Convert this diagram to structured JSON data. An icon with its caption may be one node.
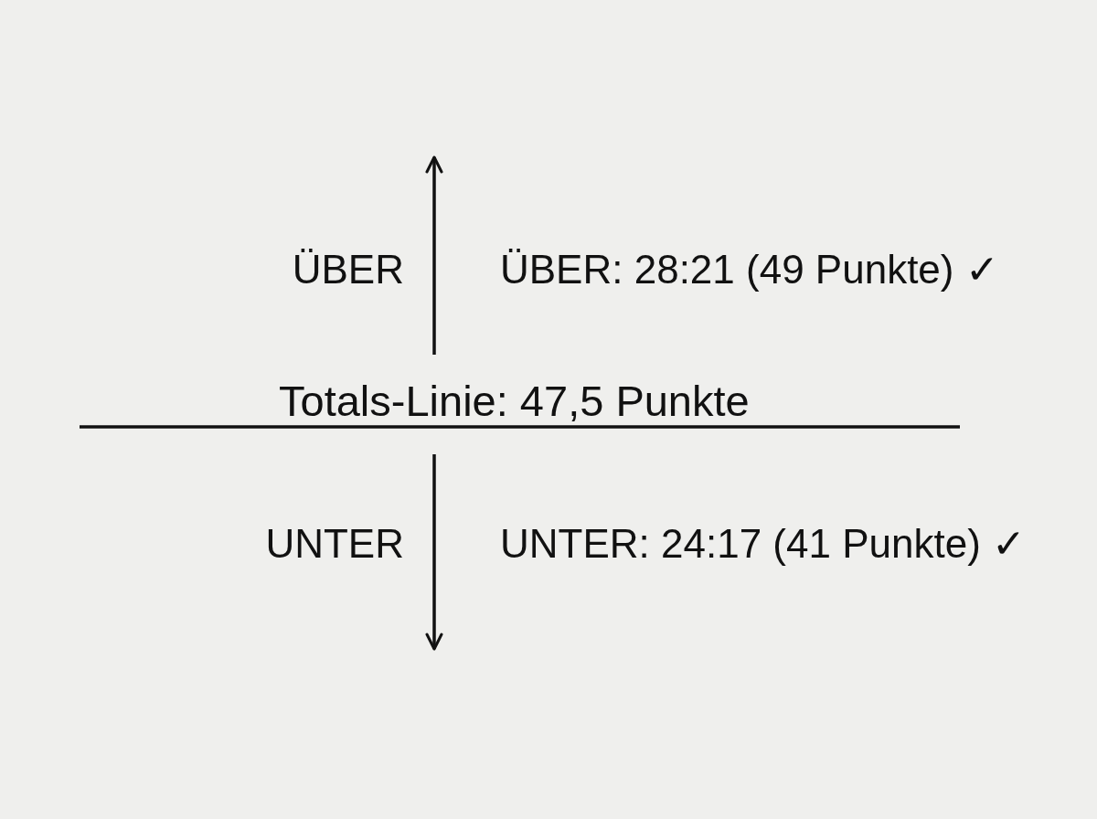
{
  "diagram": {
    "labels": [
      "ÜBER",
      "ÜBER: 28:21 (49 Punkte) ✓",
      "Totals-Linie: 47,5 Punkte",
      "UNTER",
      "UNTER: 24:17 (41 Punkte) ✓"
    ]
  }
}
